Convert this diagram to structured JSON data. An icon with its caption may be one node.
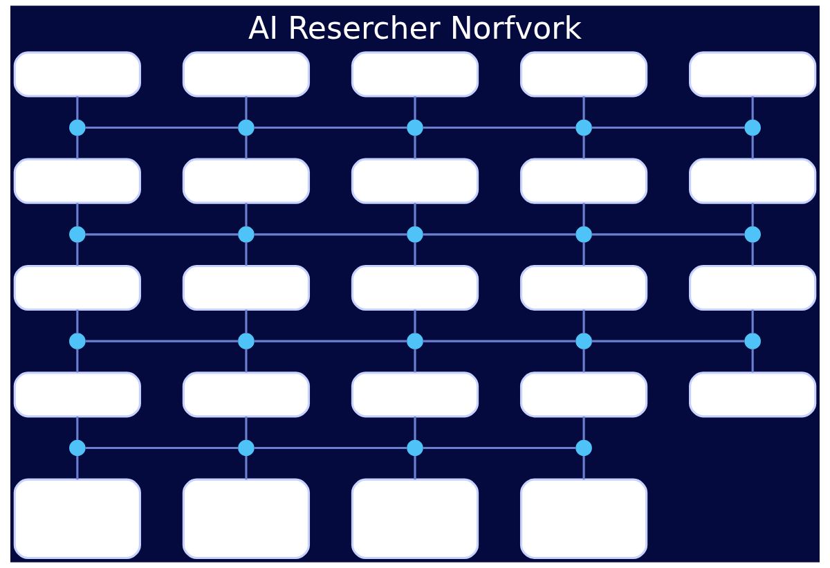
{
  "diagram": {
    "title": "AI Resercher Norfvork",
    "nodes": [
      {
        "text": [],
        "shape": "pill"
      },
      {
        "text": [],
        "shape": "pill"
      },
      {
        "text": [],
        "shape": "pill"
      },
      {
        "text": [],
        "shape": "pill"
      },
      {
        "text": [],
        "shape": "pill"
      },
      {
        "text": [],
        "shape": "circle"
      },
      {
        "text": [],
        "shape": "circle"
      },
      {
        "text": [],
        "shape": "circle"
      },
      {
        "text": [],
        "shape": "circle"
      },
      {
        "text": [],
        "shape": "circle"
      },
      {
        "text": [],
        "shape": "pill"
      },
      {
        "text": [],
        "shape": "pill"
      },
      {
        "text": [],
        "shape": "pill"
      },
      {
        "text": [],
        "shape": "pill"
      },
      {
        "text": [],
        "shape": "pill"
      },
      {
        "text": [],
        "shape": "circle"
      },
      {
        "text": [],
        "shape": "circle"
      },
      {
        "text": [],
        "shape": "circle"
      },
      {
        "text": [],
        "shape": "circle"
      },
      {
        "text": [],
        "shape": "circle"
      },
      {
        "text": [],
        "shape": "pill"
      },
      {
        "text": [],
        "shape": "pill"
      },
      {
        "text": [],
        "shape": "pill"
      },
      {
        "text": [],
        "shape": "pill"
      },
      {
        "text": [],
        "shape": "pill"
      },
      {
        "text": [],
        "shape": "circle"
      },
      {
        "text": [],
        "shape": "circle"
      },
      {
        "text": [],
        "shape": "circle"
      },
      {
        "text": [],
        "shape": "circle"
      },
      {
        "text": [],
        "shape": "circle"
      },
      {
        "text": [],
        "shape": "pill"
      },
      {
        "text": [],
        "shape": "pill"
      },
      {
        "text": [],
        "shape": "pill"
      },
      {
        "text": [],
        "shape": "pill"
      },
      {
        "text": [],
        "shape": "pill"
      },
      {
        "text": [],
        "shape": "circle"
      },
      {
        "text": [],
        "shape": "circle"
      },
      {
        "text": [],
        "shape": "circle"
      },
      {
        "text": [],
        "shape": "circle"
      },
      {
        "text": [],
        "shape": "box"
      },
      {
        "text": [],
        "shape": "box"
      },
      {
        "text": [],
        "shape": "box"
      },
      {
        "text": [],
        "shape": "box"
      }
    ],
    "edges": [
      {
        "from": 0,
        "to": 5,
        "arrow": "none"
      },
      {
        "from": 1,
        "to": 6,
        "arrow": "none"
      },
      {
        "from": 2,
        "to": 7,
        "arrow": "none"
      },
      {
        "from": 3,
        "to": 8,
        "arrow": "none"
      },
      {
        "from": 4,
        "to": 9,
        "arrow": "none"
      },
      {
        "from": 5,
        "to": 6,
        "arrow": "none"
      },
      {
        "from": 6,
        "to": 7,
        "arrow": "none"
      },
      {
        "from": 7,
        "to": 8,
        "arrow": "none"
      },
      {
        "from": 8,
        "to": 9,
        "arrow": "none"
      },
      {
        "from": 5,
        "to": 10,
        "arrow": "none"
      },
      {
        "from": 6,
        "to": 11,
        "arrow": "none"
      },
      {
        "from": 7,
        "to": 12,
        "arrow": "none"
      },
      {
        "from": 8,
        "to": 13,
        "arrow": "none"
      },
      {
        "from": 9,
        "to": 14,
        "arrow": "none"
      },
      {
        "from": 10,
        "to": 15,
        "arrow": "none"
      },
      {
        "from": 11,
        "to": 16,
        "arrow": "none"
      },
      {
        "from": 12,
        "to": 17,
        "arrow": "none"
      },
      {
        "from": 13,
        "to": 18,
        "arrow": "none"
      },
      {
        "from": 14,
        "to": 19,
        "arrow": "none"
      },
      {
        "from": 15,
        "to": 16,
        "arrow": "none"
      },
      {
        "from": 16,
        "to": 17,
        "arrow": "none"
      },
      {
        "from": 17,
        "to": 18,
        "arrow": "none"
      },
      {
        "from": 18,
        "to": 19,
        "arrow": "none"
      },
      {
        "from": 15,
        "to": 20,
        "arrow": "none"
      },
      {
        "from": 16,
        "to": 21,
        "arrow": "none"
      },
      {
        "from": 17,
        "to": 22,
        "arrow": "none"
      },
      {
        "from": 18,
        "to": 23,
        "arrow": "none"
      },
      {
        "from": 19,
        "to": 24,
        "arrow": "none"
      },
      {
        "from": 20,
        "to": 25,
        "arrow": "none"
      },
      {
        "from": 21,
        "to": 26,
        "arrow": "none"
      },
      {
        "from": 22,
        "to": 27,
        "arrow": "none"
      },
      {
        "from": 23,
        "to": 28,
        "arrow": "none"
      },
      {
        "from": 24,
        "to": 29,
        "arrow": "none"
      },
      {
        "from": 25,
        "to": 26,
        "arrow": "none"
      },
      {
        "from": 26,
        "to": 27,
        "arrow": "none"
      },
      {
        "from": 27,
        "to": 28,
        "arrow": "none"
      },
      {
        "from": 28,
        "to": 29,
        "arrow": "none"
      },
      {
        "from": 25,
        "to": 30,
        "arrow": "none"
      },
      {
        "from": 26,
        "to": 31,
        "arrow": "none"
      },
      {
        "from": 27,
        "to": 32,
        "arrow": "none"
      },
      {
        "from": 28,
        "to": 33,
        "arrow": "none"
      },
      {
        "from": 29,
        "to": 34,
        "arrow": "none"
      },
      {
        "from": 30,
        "to": 35,
        "arrow": "none"
      },
      {
        "from": 31,
        "to": 36,
        "arrow": "none"
      },
      {
        "from": 32,
        "to": 37,
        "arrow": "none"
      },
      {
        "from": 33,
        "to": 38,
        "arrow": "none"
      },
      {
        "from": 35,
        "to": 36,
        "arrow": "none"
      },
      {
        "from": 36,
        "to": 37,
        "arrow": "none"
      },
      {
        "from": 37,
        "to": 38,
        "arrow": "none"
      },
      {
        "from": 35,
        "to": 39,
        "arrow": "none"
      },
      {
        "from": 36,
        "to": 40,
        "arrow": "none"
      },
      {
        "from": 37,
        "to": 41,
        "arrow": "none"
      },
      {
        "from": 38,
        "to": 42,
        "arrow": "none"
      }
    ]
  }
}
